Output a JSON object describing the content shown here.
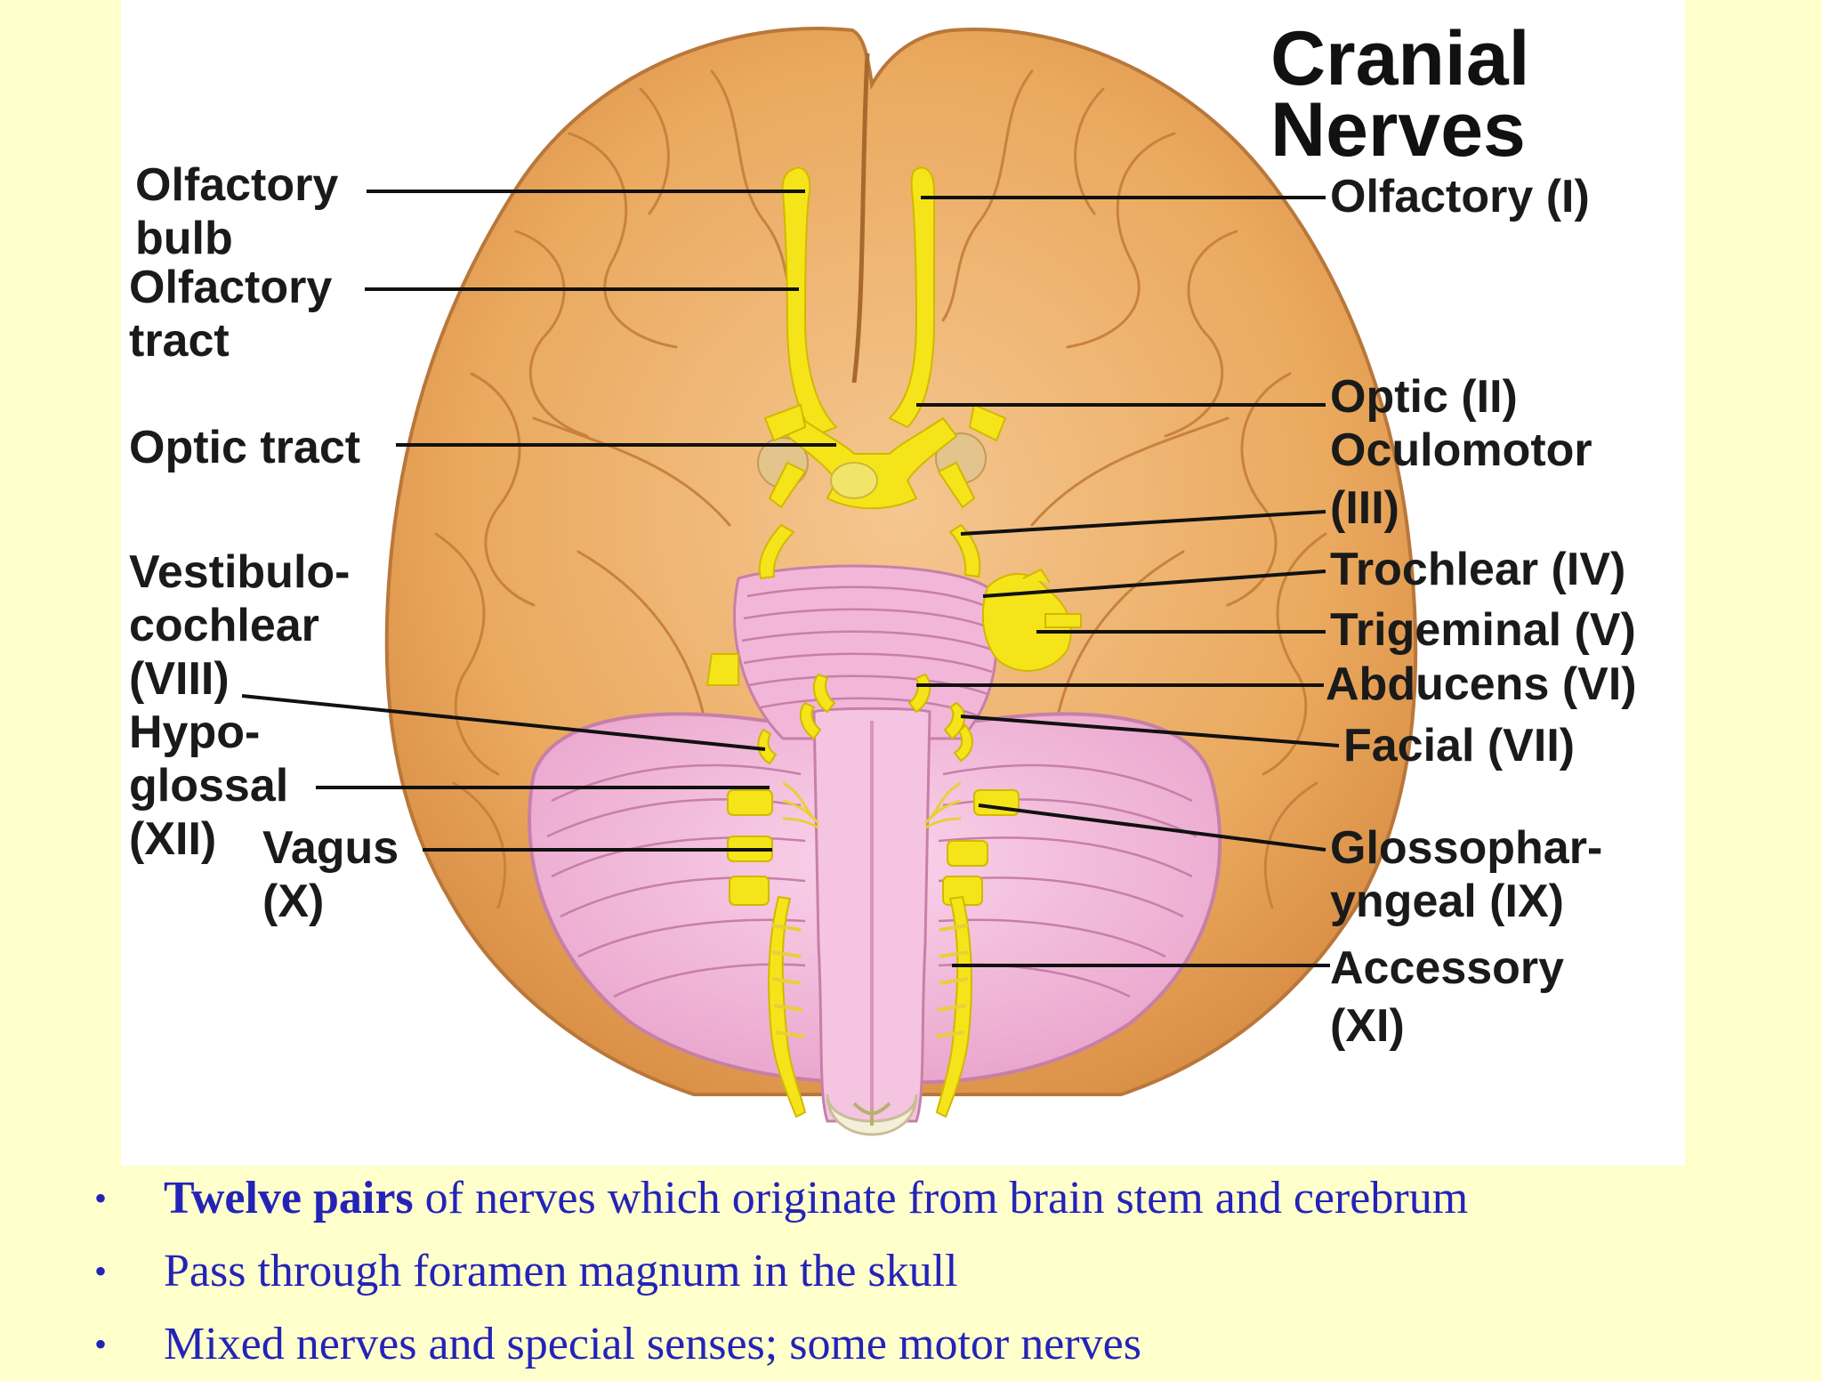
{
  "title_lines": [
    "Cranial",
    "Nerves"
  ],
  "labels_left": {
    "olfactory_bulb": [
      "Olfactory",
      "bulb"
    ],
    "olfactory_tract": [
      "Olfactory",
      "tract"
    ],
    "optic_tract": [
      "Optic tract"
    ],
    "vestibulocochlear": [
      "Vestibulo-",
      "cochlear",
      "(VIII)"
    ],
    "hypoglossal": [
      "Hypo-",
      "glossal",
      "(XII)"
    ],
    "vagus": [
      "Vagus",
      "(X)"
    ]
  },
  "labels_right": {
    "olfactory": [
      "Olfactory (I)"
    ],
    "optic": [
      "Optic (II)"
    ],
    "oculomotor": [
      "Oculomotor",
      "(III)"
    ],
    "trochlear": [
      "Trochlear (IV)"
    ],
    "trigeminal": [
      "Trigeminal (V)"
    ],
    "abducens": [
      "Abducens (VI)"
    ],
    "facial": [
      "Facial (VII)"
    ],
    "glossopharyngeal": [
      "Glossophar-",
      "yngeal (IX)"
    ],
    "accessory": [
      "Accessory",
      "(XI)"
    ]
  },
  "bullets": [
    {
      "bold": "Twelve pairs",
      "text": " of nerves which originate from brain stem and cerebrum"
    },
    {
      "bold": "",
      "text": "Pass through foramen magnum in the skull"
    },
    {
      "bold": "",
      "text": "Mixed nerves and special senses; some motor nerves"
    }
  ],
  "colors": {
    "background": "#FFFFCC",
    "cerebrum": "#E9A95F",
    "cerebellum_brainstem": "#F2B6D8",
    "nerves": "#F6E41A",
    "bullet_text": "#2323B8"
  }
}
